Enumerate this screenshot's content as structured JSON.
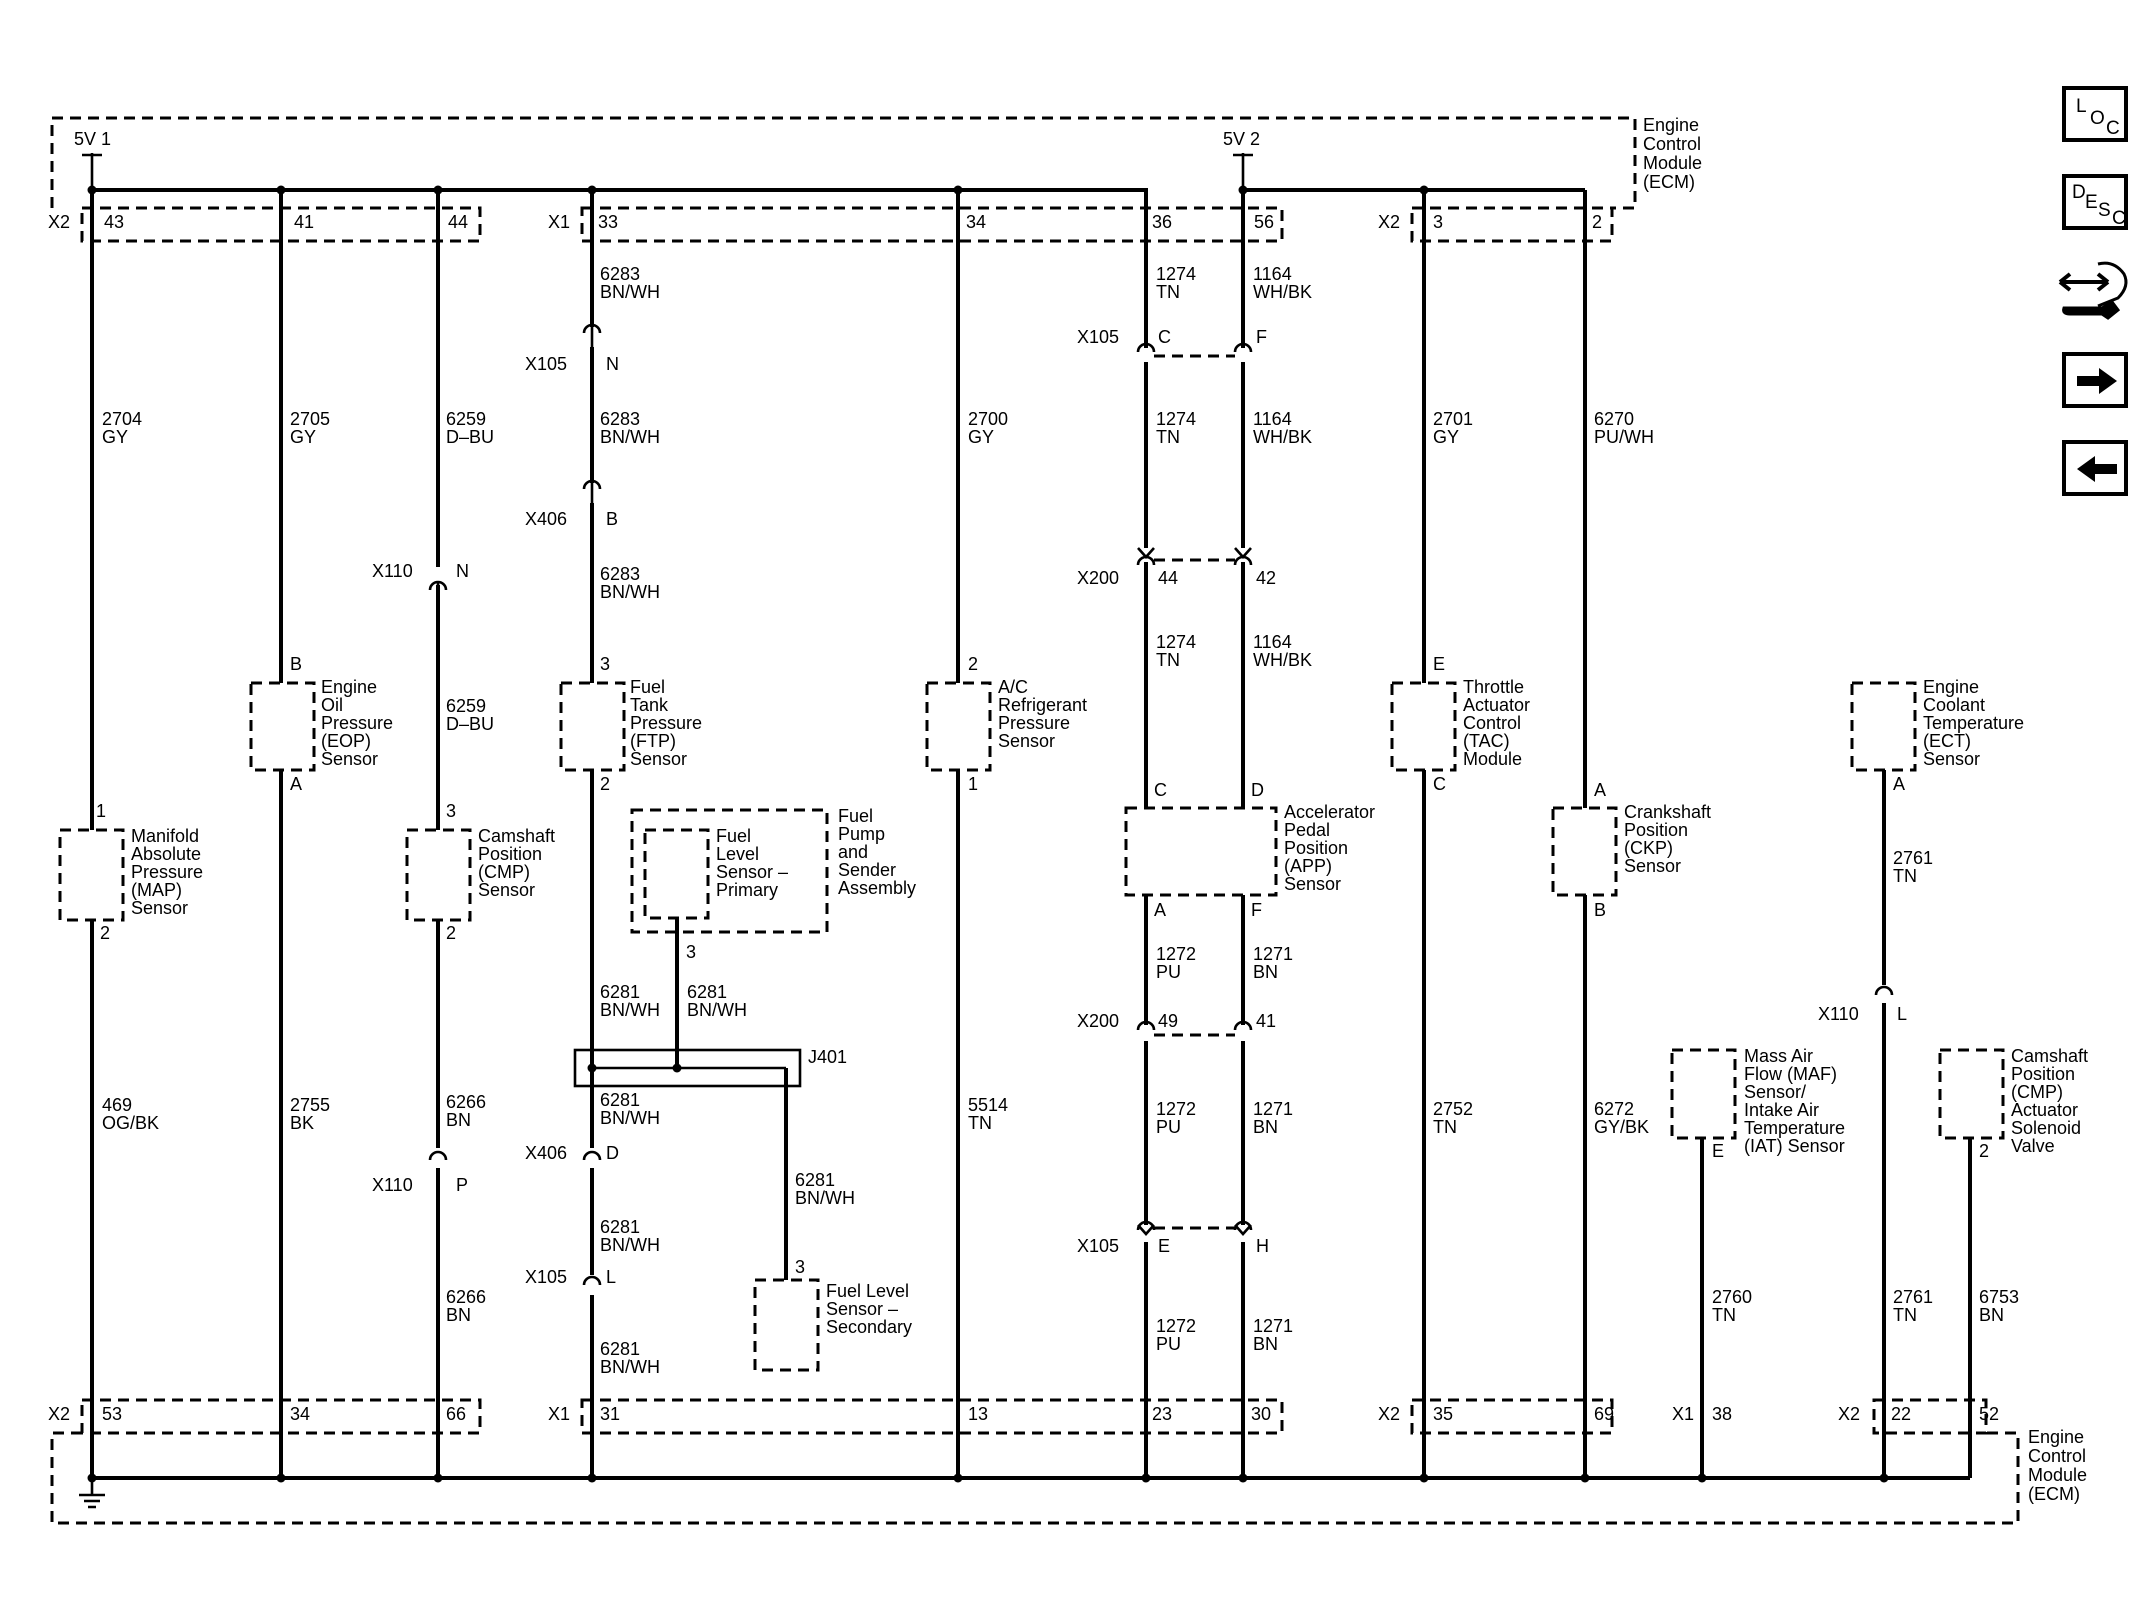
{
  "supply": {
    "sv1": "5V 1",
    "sv2": "5V 2"
  },
  "ecm_label": [
    "Engine",
    "Control",
    "Module",
    "(ECM)"
  ],
  "top_pins": {
    "connectors": [
      "X2",
      "X1",
      "X2"
    ],
    "pins": [
      "43",
      "41",
      "44",
      "33",
      "34",
      "36",
      "56",
      "3",
      "2"
    ]
  },
  "bottom_pins": {
    "connectors": [
      "X2",
      "X1",
      "X2",
      "X1",
      "X2"
    ],
    "pins": [
      "53",
      "34",
      "66",
      "31",
      "13",
      "23",
      "30",
      "35",
      "69",
      "38",
      "22",
      "52"
    ]
  },
  "wires": {
    "w2704": [
      "2704",
      "GY"
    ],
    "w2705": [
      "2705",
      "GY"
    ],
    "w6259a": [
      "6259",
      "D–BU"
    ],
    "w6259b": [
      "6259",
      "D–BU"
    ],
    "w6283a": [
      "6283",
      "BN/WH"
    ],
    "w6283b": [
      "6283",
      "BN/WH"
    ],
    "w6283c": [
      "6283",
      "BN/WH"
    ],
    "w2700": [
      "2700",
      "GY"
    ],
    "w1274a": [
      "1274",
      "TN"
    ],
    "w1274b": [
      "1274",
      "TN"
    ],
    "w1274c": [
      "1274",
      "TN"
    ],
    "w1164a": [
      "1164",
      "WH/BK"
    ],
    "w1164b": [
      "1164",
      "WH/BK"
    ],
    "w1164c": [
      "1164",
      "WH/BK"
    ],
    "w2701": [
      "2701",
      "GY"
    ],
    "w6270": [
      "6270",
      "PU/WH"
    ],
    "w469": [
      "469",
      "OG/BK"
    ],
    "w2755": [
      "2755",
      "BK"
    ],
    "w6266a": [
      "6266",
      "BN"
    ],
    "w6266b": [
      "6266",
      "BN"
    ],
    "w6281a": [
      "6281",
      "BN/WH"
    ],
    "w6281b": [
      "6281",
      "BN/WH"
    ],
    "w6281c": [
      "6281",
      "BN/WH"
    ],
    "w6281d": [
      "6281",
      "BN/WH"
    ],
    "w6281e": [
      "6281",
      "BN/WH"
    ],
    "w6281f": [
      "6281",
      "BN/WH"
    ],
    "w5514": [
      "5514",
      "TN"
    ],
    "w1272a": [
      "1272",
      "PU"
    ],
    "w1272b": [
      "1272",
      "PU"
    ],
    "w1272c": [
      "1272",
      "PU"
    ],
    "w1271a": [
      "1271",
      "BN"
    ],
    "w1271b": [
      "1271",
      "BN"
    ],
    "w1271c": [
      "1271",
      "BN"
    ],
    "w2752": [
      "2752",
      "TN"
    ],
    "w6272": [
      "6272",
      "GY/BK"
    ],
    "w2761a": [
      "2761",
      "TN"
    ],
    "w2761b": [
      "2761",
      "TN"
    ],
    "w2760": [
      "2760",
      "TN"
    ],
    "w6753": [
      "6753",
      "BN"
    ]
  },
  "inline": {
    "x105": "X105",
    "x406": "X406",
    "x110": "X110",
    "x200": "X200",
    "n": "N",
    "b": "B",
    "c": "C",
    "f": "F",
    "d": "D",
    "l": "L",
    "p": "P",
    "e": "E",
    "h": "H",
    "p44": "44",
    "p42": "42",
    "p49": "49",
    "p41": "41"
  },
  "pin_letters": {
    "b": "B",
    "a": "A",
    "c": "C",
    "d": "D",
    "e": "E",
    "f": "F",
    "p1": "1",
    "p2": "2",
    "p3": "3"
  },
  "components": {
    "map": [
      "Manifold",
      "Absolute",
      "Pressure",
      "(MAP)",
      "Sensor"
    ],
    "eop": [
      "Engine",
      "Oil",
      "Pressure",
      "(EOP)",
      "Sensor"
    ],
    "cmp": [
      "Camshaft",
      "Position",
      "(CMP)",
      "Sensor"
    ],
    "ftp": [
      "Fuel",
      "Tank",
      "Pressure",
      "(FTP)",
      "Sensor"
    ],
    "flp": [
      "Fuel",
      "Level",
      "Sensor –",
      "Primary"
    ],
    "fpa": [
      "Fuel",
      "Pump",
      "and",
      "Sender",
      "Assembly"
    ],
    "fls": [
      "Fuel Level",
      "Sensor –",
      "Secondary"
    ],
    "ac": [
      "A/C",
      "Refrigerant",
      "Pressure",
      "Sensor"
    ],
    "app": [
      "Accelerator",
      "Pedal",
      "Position",
      "(APP)",
      "Sensor"
    ],
    "tac": [
      "Throttle",
      "Actuator",
      "Control",
      "(TAC)",
      "Module"
    ],
    "ckp": [
      "Crankshaft",
      "Position",
      "(CKP)",
      "Sensor"
    ],
    "ect": [
      "Engine",
      "Coolant",
      "Temperature",
      "(ECT)",
      "Sensor"
    ],
    "maf": [
      "Mass Air",
      "Flow (MAF)",
      "Sensor/",
      "Intake Air",
      "Temperature",
      "(IAT) Sensor"
    ],
    "cmpa": [
      "Camshaft",
      "Position",
      "(CMP)",
      "Actuator",
      "Solenoid",
      "Valve"
    ],
    "splice": "J401"
  },
  "nav": {
    "loc": [
      "L",
      "O",
      "C"
    ],
    "desc": [
      "D",
      "E",
      "S",
      "C"
    ],
    "icons": [
      "component-view-icon",
      "next-page-icon",
      "previous-page-icon"
    ]
  }
}
